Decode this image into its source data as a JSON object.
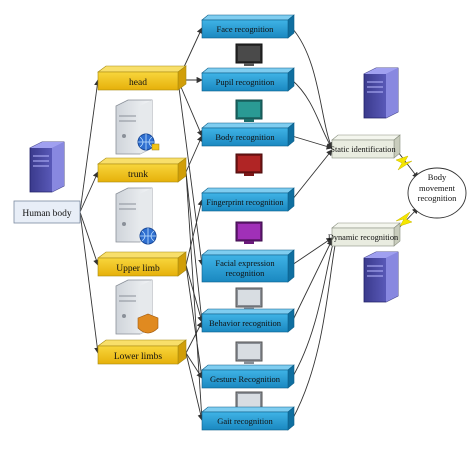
{
  "root": {
    "label": "Human body"
  },
  "parts": [
    {
      "id": "head",
      "label": "head"
    },
    {
      "id": "trunk",
      "label": "trunk"
    },
    {
      "id": "upper-limb",
      "label": "Upper limb"
    },
    {
      "id": "lower-limbs",
      "label": "Lower limbs"
    }
  ],
  "recognitions": [
    {
      "id": "face",
      "label": "Face recognition"
    },
    {
      "id": "pupil",
      "label": "Pupil recognition"
    },
    {
      "id": "body",
      "label": "Body recognition"
    },
    {
      "id": "fingerprint",
      "label": "Fingerprint recognition"
    },
    {
      "id": "facial-expression",
      "label": "Facial expression recognition"
    },
    {
      "id": "behavior",
      "label": "Behavior recognition"
    },
    {
      "id": "gesture",
      "label": "Gesture Recognition"
    },
    {
      "id": "gait",
      "label": "Gait recognition"
    }
  ],
  "identification": {
    "static": "Static identification",
    "dynamic": "Dynamic recognition"
  },
  "result": {
    "label": "Body movement recognition"
  },
  "colors": {
    "recognition_box": "#1f9bd1",
    "part_box": "#f2c316",
    "root_box": "#e8eef7",
    "identification_box": "#e9ece0",
    "line": "#333333",
    "lightning": "#f5e600"
  },
  "icons": [
    "server-icon",
    "globe-icon",
    "monitor-icon",
    "lightning-icon"
  ]
}
